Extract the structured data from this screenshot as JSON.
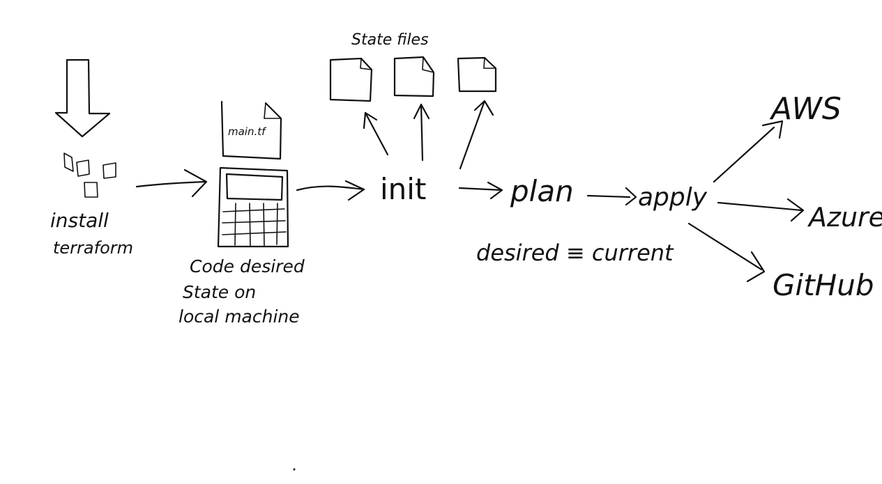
{
  "diagram": {
    "state_files_label": "State files",
    "main_file_label": "main.tf",
    "steps": {
      "install": [
        "install",
        "terraform"
      ],
      "code": [
        "Code desired",
        "State on",
        "local machine"
      ],
      "init": "init",
      "plan": "plan",
      "apply": "apply"
    },
    "note": "desired ≡ current",
    "targets": [
      "AWS",
      "Azure",
      "GitHub"
    ]
  }
}
